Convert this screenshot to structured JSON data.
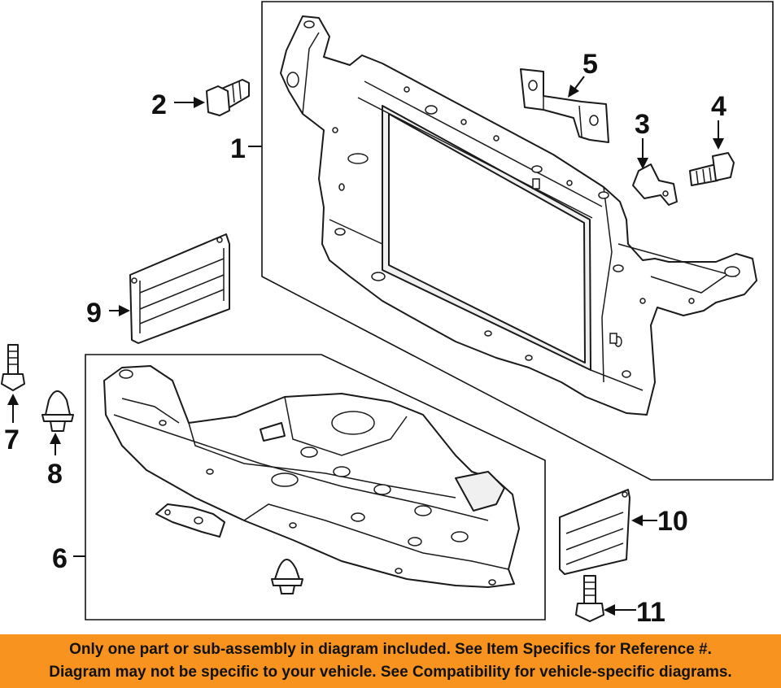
{
  "callouts": {
    "c1": "1",
    "c2": "2",
    "c3": "3",
    "c4": "4",
    "c5": "5",
    "c6": "6",
    "c7": "7",
    "c8": "8",
    "c9": "9",
    "c10": "10",
    "c11": "11"
  },
  "footer": {
    "line1": "Only one part or sub-assembly in diagram included. See Item Specifics for Reference #.",
    "line2": "Diagram may not be specific to your vehicle. See Compatibility for vehicle-specific diagrams."
  },
  "colors": {
    "footer_background": "#f7931e",
    "line_art": "#1a1a1a"
  }
}
